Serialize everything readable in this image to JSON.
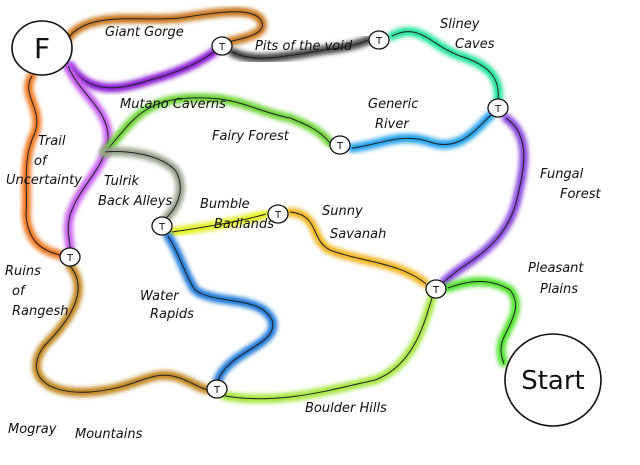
{
  "map": {
    "finish_label": "F",
    "start_label": "Start",
    "town_label": "T",
    "regions": [
      {
        "name": "Giant Gorge",
        "color": "#c8761e"
      },
      {
        "name": "Pits of the void",
        "color": "#4a4a4a"
      },
      {
        "name": "Sliney Caves",
        "color": "#1fe39a"
      },
      {
        "name": "Mutano Caverns",
        "color": "#8a1ed6"
      },
      {
        "name": "Trail of Uncertainty",
        "color": "#c45cf2"
      },
      {
        "name": "Ruins of Rangesh",
        "color": "#f2741c"
      },
      {
        "name": "Fairy Forest",
        "color": "#6cd334"
      },
      {
        "name": "Generic River",
        "color": "#1fa0ee"
      },
      {
        "name": "Fungal Forest",
        "color": "#8746de"
      },
      {
        "name": "Tulrik Back Alleys",
        "color": "#97a08e"
      },
      {
        "name": "Bumble Badlands",
        "color": "#e2f21e"
      },
      {
        "name": "Sunny Savanah",
        "color": "#f2b41e"
      },
      {
        "name": "Pleasant Plains",
        "color": "#4ee22c"
      },
      {
        "name": "Water Rapids",
        "color": "#1e78d8"
      },
      {
        "name": "Boulder Hills",
        "color": "#a6e63e"
      },
      {
        "name": "Mogray Mountains",
        "color": "#c0841e"
      }
    ]
  }
}
